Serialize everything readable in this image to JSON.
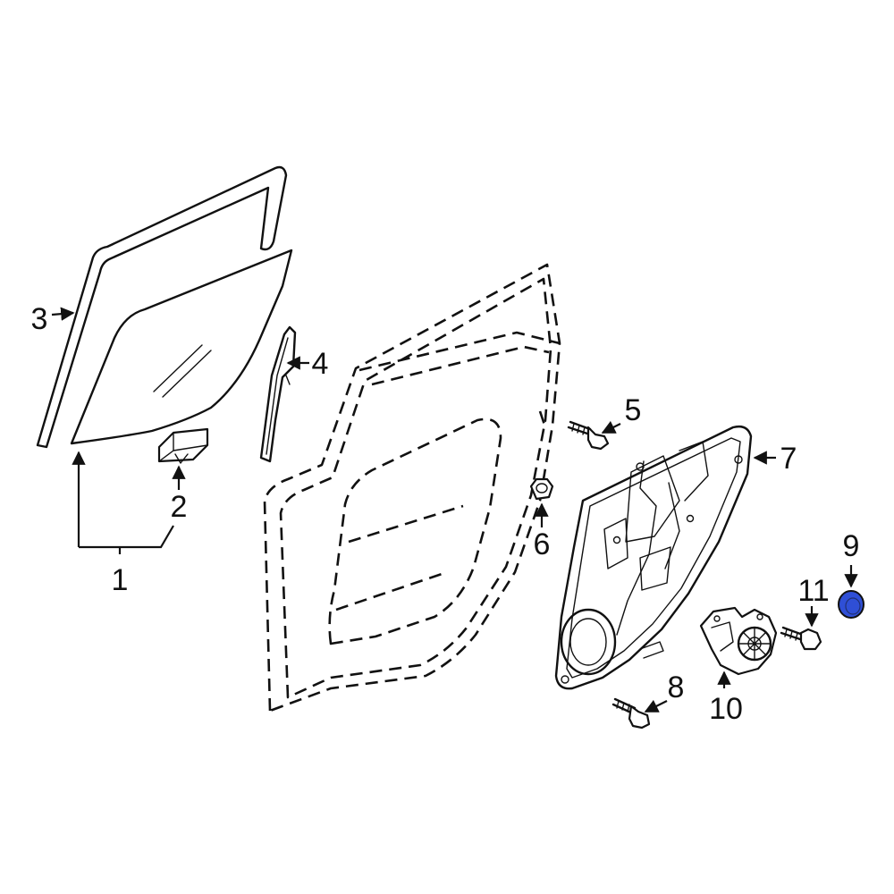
{
  "callouts": {
    "c1": "1",
    "c2": "2",
    "c3": "3",
    "c4": "4",
    "c5": "5",
    "c6": "6",
    "c7": "7",
    "c8": "8",
    "c9": "9",
    "c10": "10",
    "c11": "11"
  },
  "colors": {
    "line": "#111111",
    "highlight": "#2f4fd6",
    "background": "#ffffff"
  }
}
